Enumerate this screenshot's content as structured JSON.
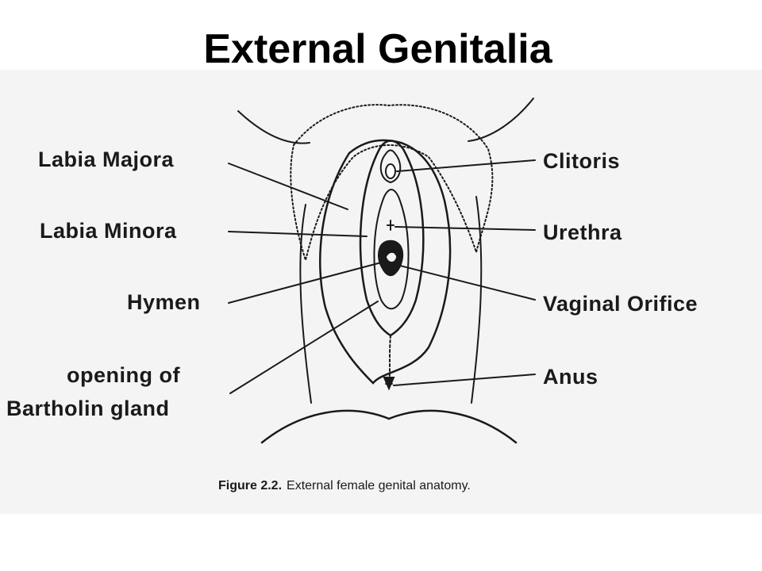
{
  "slide": {
    "title": "External Genitalia"
  },
  "figure": {
    "labels_left": {
      "labia_majora": "Labia Majora",
      "labia_minora": "Labia Minora",
      "hymen": "Hymen",
      "bartholin_line1": "opening of",
      "bartholin_line2": "Bartholin gland"
    },
    "labels_right": {
      "clitoris": "Clitoris",
      "urethra": "Urethra",
      "vaginal_orifice": "Vaginal Orifice",
      "anus": "Anus"
    },
    "caption": {
      "number": "Figure 2.2.",
      "text": "External female genital anatomy."
    }
  },
  "colors": {
    "background": "#ffffff",
    "panel": "#f4f4f4",
    "ink": "#1a1a1a"
  }
}
